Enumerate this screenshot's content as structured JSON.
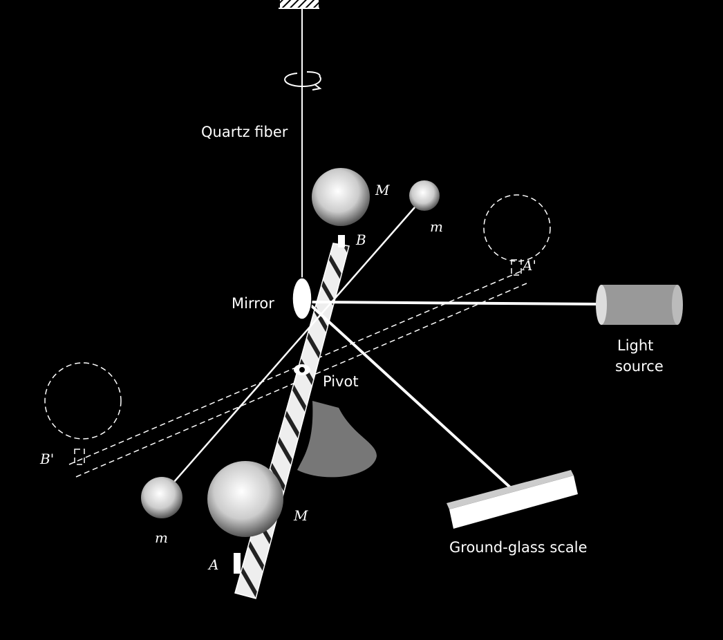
{
  "title": "Cavendish torsion balance",
  "labels": {
    "quartz_fiber": "Quartz fiber",
    "mirror": "Mirror",
    "pivot": "Pivot",
    "light_source_line1": "Light",
    "light_source_line2": "source",
    "scale": "Ground-glass scale",
    "large_mass_top": "M",
    "small_mass_top": "m",
    "large_mass_bottom": "M",
    "small_mass_bottom": "m",
    "end_b": "B",
    "end_a": "A",
    "end_a_prime": "A'",
    "end_b_prime": "B'"
  },
  "colors": {
    "background": "#000000",
    "foreground": "#ffffff"
  }
}
